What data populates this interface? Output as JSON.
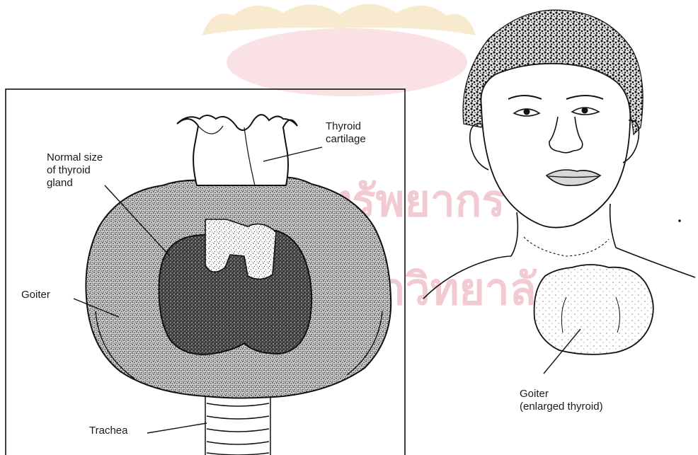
{
  "figure": {
    "left_panel": {
      "labels": {
        "thyroid_cartilage": "Thyroid\ncartilage",
        "normal_size": "Normal size\nof thyroid\ngland",
        "goiter": "Goiter",
        "trachea": "Trachea"
      }
    },
    "right_panel": {
      "labels": {
        "goiter_caption": "Goiter\n(enlarged thyroid)"
      }
    }
  },
  "watermark": {
    "text": "ศูนย์วิทยทรัพยากร จุฬาลงกรณ์มหาวิทยาลัย",
    "line1": "ศูนย์วิทยทรัพยากร",
    "line2": "จุฬาลงกรณ์มหาวิทยาลัย",
    "color": "#e9a0ad",
    "seal_color": "#f6c9cf"
  }
}
